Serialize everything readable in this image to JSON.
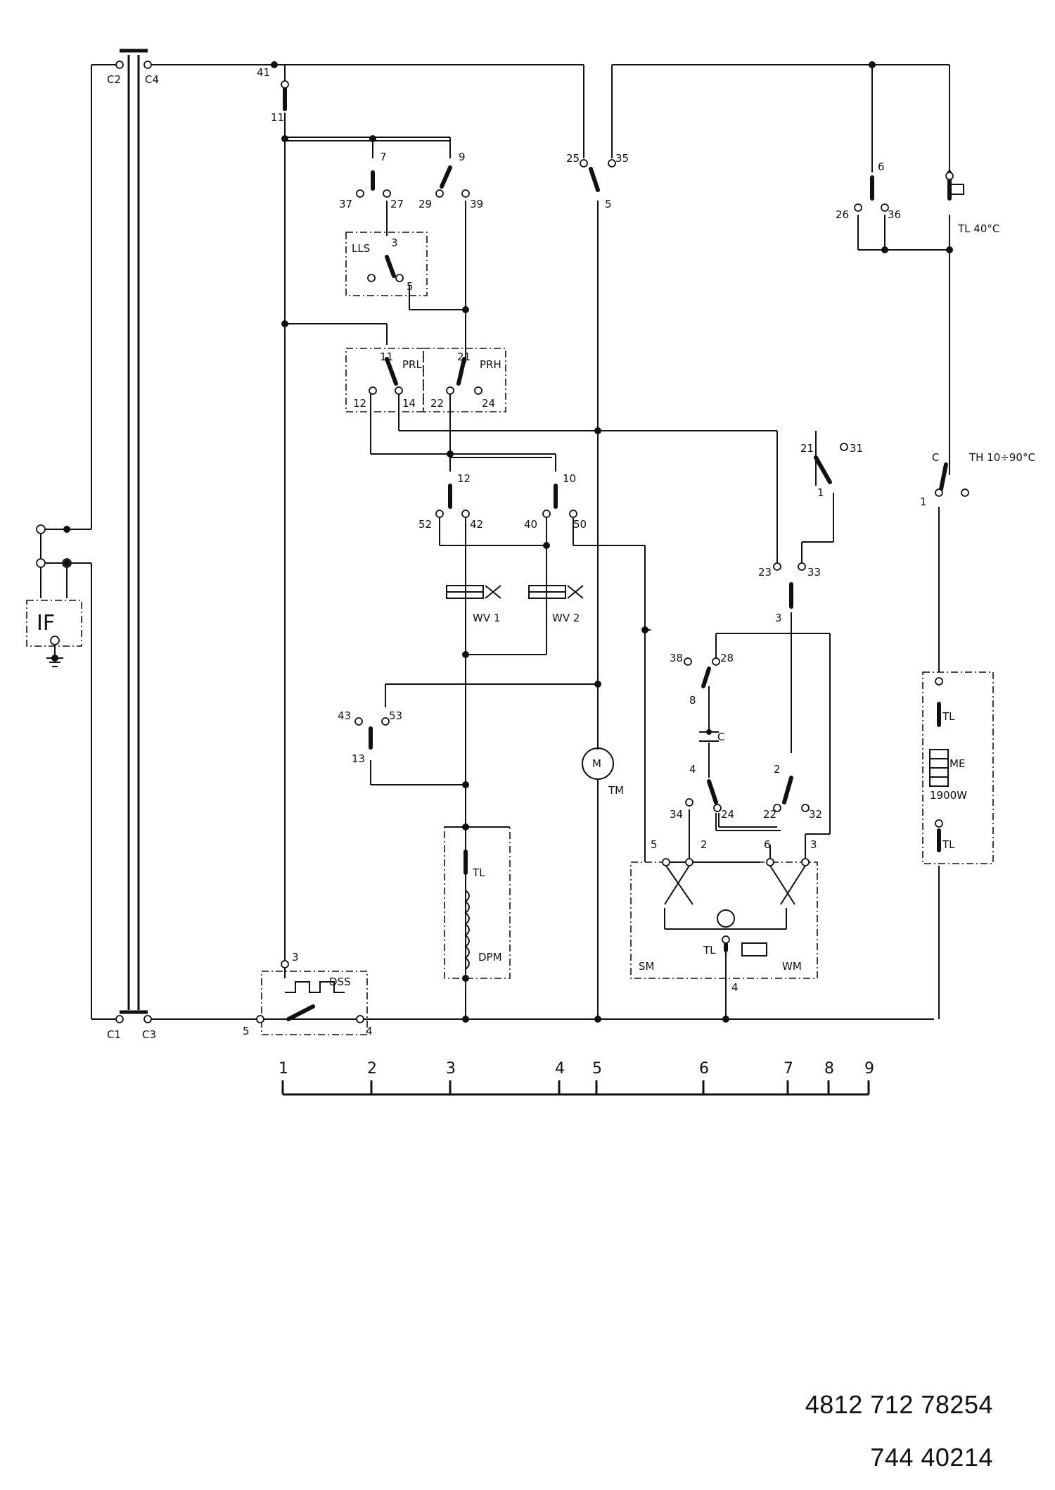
{
  "components": {
    "IF": "IF",
    "LLS": "LLS",
    "PRL": "PRL",
    "PRH": "PRH",
    "WV1": "WV 1",
    "WV2": "WV 2",
    "TM": "TM",
    "M": "M",
    "DPM": "DPM",
    "DSS": "DSS",
    "SM": "SM",
    "WM": "WM",
    "C": "C",
    "ME": "ME",
    "power": "1900W",
    "TL": "TL",
    "TL_temp": "TL 40°C",
    "TH": "TH 10÷90°C"
  },
  "terminals": {
    "c2": "C2",
    "c4": "C4",
    "c1": "C1",
    "c3": "C3",
    "t41": "41",
    "t11": "11",
    "t7": "7",
    "t9": "9",
    "t37": "37",
    "t27": "27",
    "t29": "29",
    "t39": "39",
    "lls3": "3",
    "lls5": "5",
    "prl11": "11",
    "prl12": "12",
    "prl14": "14",
    "prh21": "21",
    "prh22": "22",
    "prh24": "24",
    "t12": "12",
    "t10": "10",
    "t52": "52",
    "t42": "42",
    "t40": "40",
    "t50": "50",
    "t43": "43",
    "t53": "53",
    "t13": "13",
    "t25": "25",
    "t35": "35",
    "t5": "5",
    "t6": "6",
    "t26": "26",
    "t36": "36",
    "t21": "21",
    "t31": "31",
    "t1": "1",
    "t23": "23",
    "t33": "33",
    "t3": "3",
    "t38": "38",
    "t28": "28",
    "t8": "8",
    "t4": "4",
    "t2": "2",
    "t34": "34",
    "t24": "24",
    "t22": "22",
    "t32": "32",
    "m5": "5",
    "m2": "2",
    "m6": "6",
    "m3": "3",
    "m4": "4",
    "dss3": "3",
    "dss5": "5",
    "dss4": "4",
    "thC": "C",
    "th1": "1"
  },
  "scale": [
    "1",
    "2",
    "3",
    "4",
    "5",
    "6",
    "7",
    "8",
    "9"
  ],
  "codes": [
    "4812 712 78254",
    "744 40214"
  ]
}
